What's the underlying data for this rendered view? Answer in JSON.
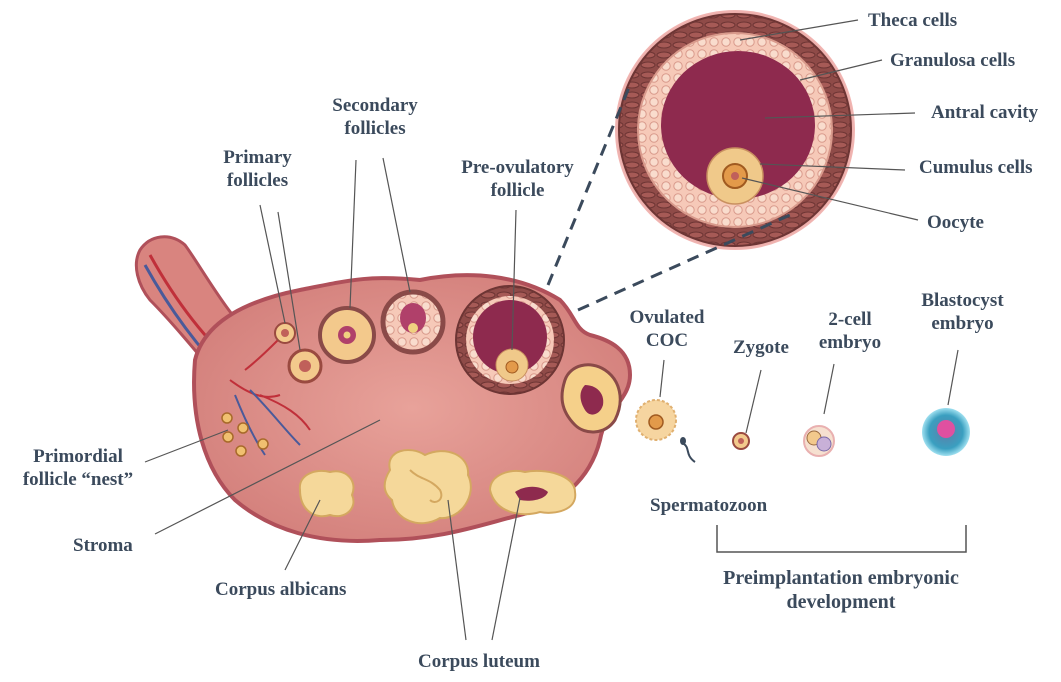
{
  "labels": {
    "theca": "Theca cells",
    "granulosa": "Granulosa cells",
    "antral": "Antral cavity",
    "cumulus": "Cumulus cells",
    "oocyte": "Oocyte",
    "primary_l1": "Primary",
    "primary_l2": "follicles",
    "secondary_l1": "Secondary",
    "secondary_l2": "follicles",
    "preov_l1": "Pre-ovulatory",
    "preov_l2": "follicle",
    "coc_l1": "Ovulated",
    "coc_l2": "COC",
    "zygote": "Zygote",
    "twocell_l1": "2-cell",
    "twocell_l2": "embryo",
    "blast_l1": "Blastocyst",
    "blast_l2": "embryo",
    "primordial_l1": "Primordial",
    "primordial_l2": "follicle “nest”",
    "stroma": "Stroma",
    "spermatozoon": "Spermatozoon",
    "albicans": "Corpus albicans",
    "luteum": "Corpus luteum",
    "preimp_l1": "Preimplantation embryonic",
    "preimp_l2": "development"
  },
  "colors": {
    "ovary": "#dc8a84",
    "ovary_edge": "#b0505a",
    "antrum": "#8e2a4e",
    "cumulus": "#f0c98a",
    "theca": "#8a4a48",
    "label_text": "#3b4a5c",
    "leader": "#555555"
  }
}
